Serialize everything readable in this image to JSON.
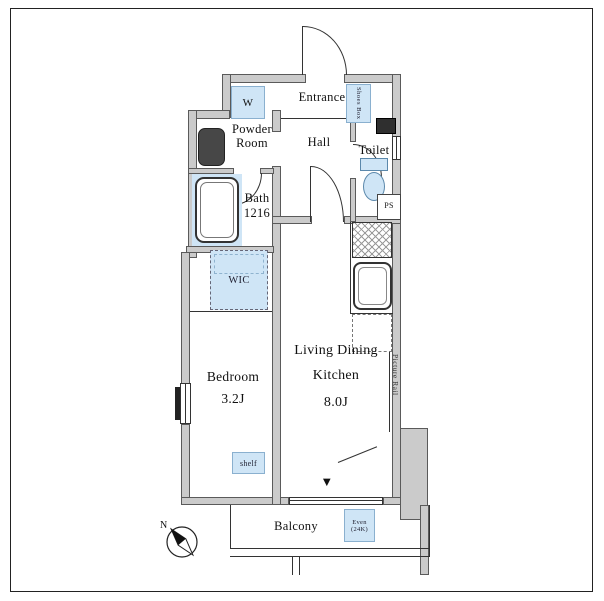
{
  "labels": {
    "entrance": "Entrance",
    "powder_room_1": "Powder",
    "powder_room_2": "Room",
    "hall": "Hall",
    "toilet": "Toilet",
    "shoes_box": "Shoes Box",
    "washing_machine": "W",
    "bath_1": "Bath",
    "bath_2": "1216",
    "wic": "WIC",
    "pipe_space": "PS",
    "bedroom_name": "Bedroom",
    "bedroom_size": "3.2J",
    "ldk_1": "Living Dining",
    "ldk_2": "Kitchen",
    "ldk_size": "8.0J",
    "picture_rail": "Picture Rail",
    "shelf": "shelf",
    "balcony": "Balcony",
    "water_heater_1": "Even",
    "water_heater_2": "(24K)",
    "marker_triangle": "▼",
    "compass_north": "N"
  },
  "colors": {
    "wall_gray": "#cbcbcb",
    "wall_stroke": "#5a5a5a",
    "fixture_blue": "#cfe5f6",
    "line_dark": "#333333",
    "text": "#111111"
  }
}
